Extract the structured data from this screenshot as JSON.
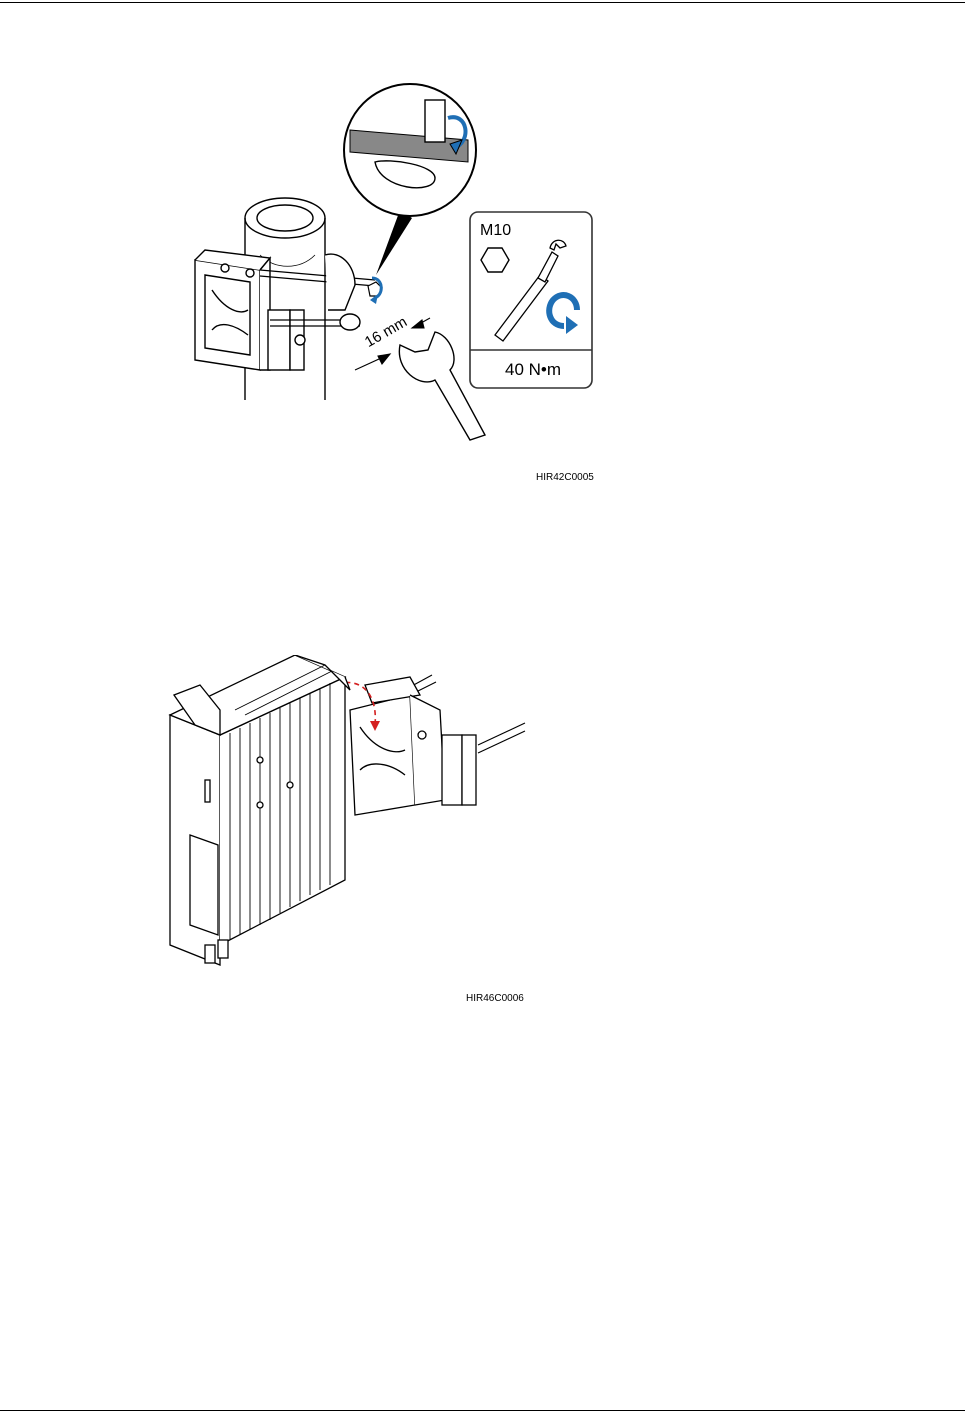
{
  "figure1": {
    "figure_id": "HIR42C0005",
    "bolt_label": "M10",
    "wrench_size": "16 mm",
    "torque": "40 N•m"
  },
  "figure2": {
    "figure_id": "HIR46C0006"
  },
  "colors": {
    "line": "#000000",
    "blue_arrow": "#1f6fb5",
    "red_dashed": "#d42020",
    "panel_border": "#333333"
  }
}
